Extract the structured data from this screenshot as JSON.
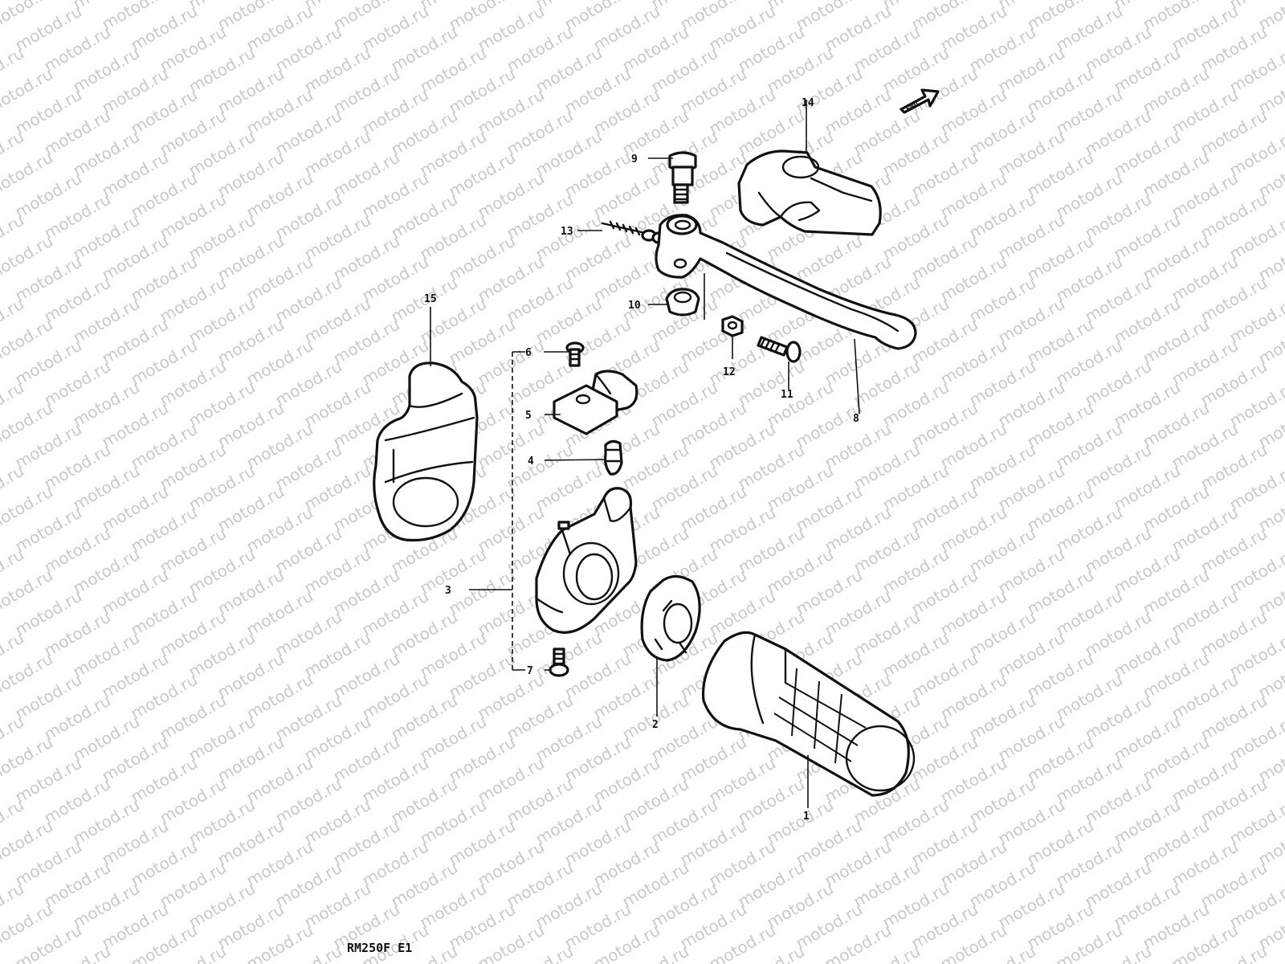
{
  "watermark": {
    "text": "motod.ru",
    "color": "#c9c9c9"
  },
  "direction_label": "FWD",
  "model_label": "RM250F E1",
  "callouts": {
    "p1": "1",
    "p2": "2",
    "p3": "3",
    "p4": "4",
    "p5": "5",
    "p6": "6",
    "p7": "7",
    "p8": "8",
    "p9": "9",
    "p10": "10",
    "p11": "11",
    "p12": "12",
    "p13": "13",
    "p14": "14",
    "p15": "15"
  }
}
